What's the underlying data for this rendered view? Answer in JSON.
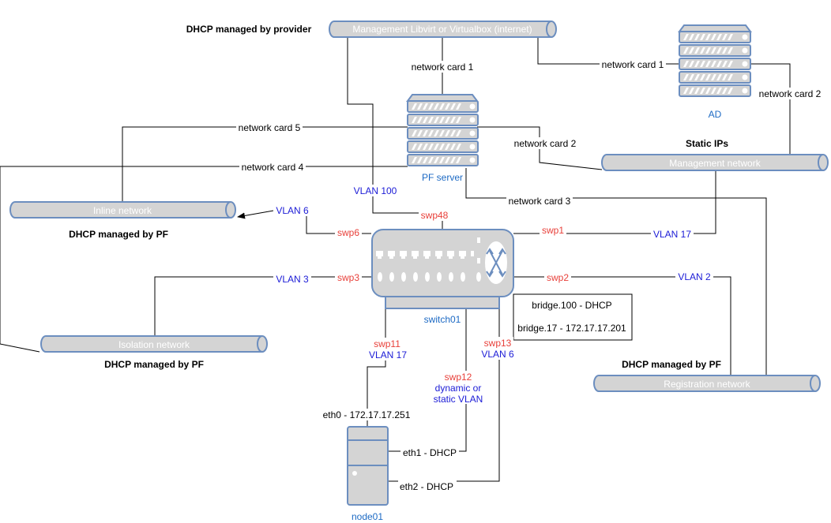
{
  "networks": {
    "management_internet": "Management Libvirt or Virtualbox (internet)",
    "management": "Management network",
    "inline": "Inline network",
    "isolation": "Isolation network",
    "registration": "Registration network"
  },
  "annotations": {
    "dhcp_provider": "DHCP managed by provider",
    "static_ips": "Static IPs",
    "dhcp_pf_inline": "DHCP managed by PF",
    "dhcp_pf_isolation": "DHCP managed by PF",
    "dhcp_pf_registration": "DHCP managed by PF"
  },
  "nodes": {
    "pf_server": "PF server",
    "ad": "AD",
    "switch": "switch01",
    "node": "node01"
  },
  "cards": {
    "pf_card1": "network card 1",
    "pf_card2": "network card 2",
    "pf_card3": "network card 3",
    "pf_card4": "network card 4",
    "pf_card5": "network card 5",
    "ad_card1": "network card 1",
    "ad_card2": "network card 2"
  },
  "ports": {
    "swp48": "swp48",
    "swp1": "swp1",
    "swp6": "swp6",
    "swp3": "swp3",
    "swp2": "swp2",
    "swp11": "swp11",
    "swp12": "swp12",
    "swp13": "swp13"
  },
  "vlans": {
    "vlan100": "VLAN 100",
    "vlan6_inline": "VLAN 6",
    "vlan17_mgmt": "VLAN 17",
    "vlan3": "VLAN 3",
    "vlan2": "VLAN 2",
    "vlan17_node": "VLAN 17",
    "vlan_dynamic_line1": "dynamic or",
    "vlan_dynamic_line2": "static VLAN",
    "vlan6_node": "VLAN 6"
  },
  "interfaces": {
    "eth0": "eth0 - 172.17.17.251",
    "eth1": "eth1 - DHCP",
    "eth2": "eth2 - DHCP"
  },
  "bridge_box": {
    "line1": "bridge.100 - DHCP",
    "line2": "bridge.17 - 172.17.17.201"
  },
  "colors": {
    "shape_fill": "#d4d4d4",
    "shape_stroke": "#6c8ebf",
    "port_label": "#e8403a",
    "vlan_label": "#1b1bd6",
    "node_label": "#1d6ac4"
  }
}
